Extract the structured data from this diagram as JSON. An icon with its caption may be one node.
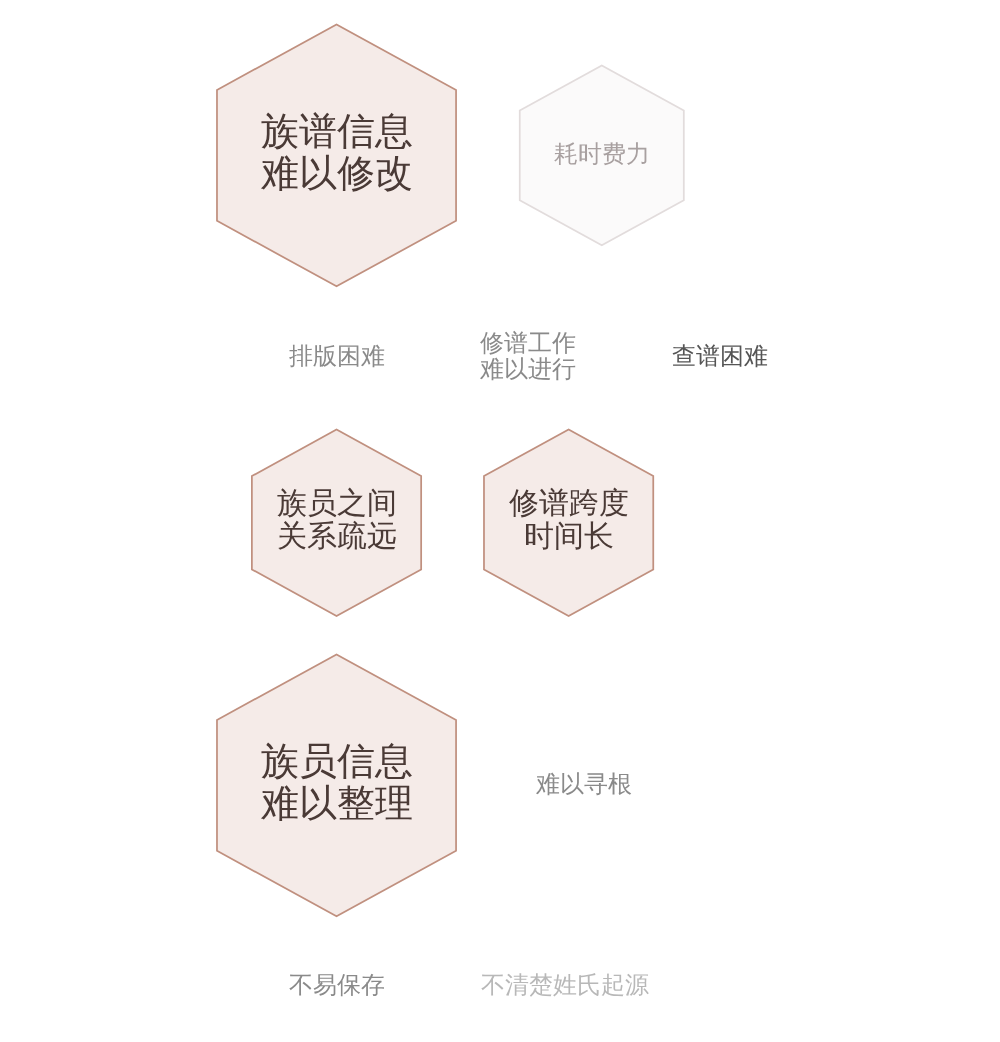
{
  "diagram": {
    "nodes": [
      {
        "text": [
          "族谱信息难以修改"
        ]
      },
      {
        "text": [
          "耗时费力"
        ]
      },
      {
        "text": [
          "族员之间关系疏远"
        ]
      },
      {
        "text": [
          "修谱跨度时间长"
        ]
      },
      {
        "text": [
          "族员信息难以整理"
        ]
      }
    ],
    "edges": [],
    "labels": [
      "排版困难",
      "查谱困难",
      "修谱工作难以进行",
      "难以寻根",
      "不易保存",
      "不清楚姓氏起源"
    ]
  }
}
